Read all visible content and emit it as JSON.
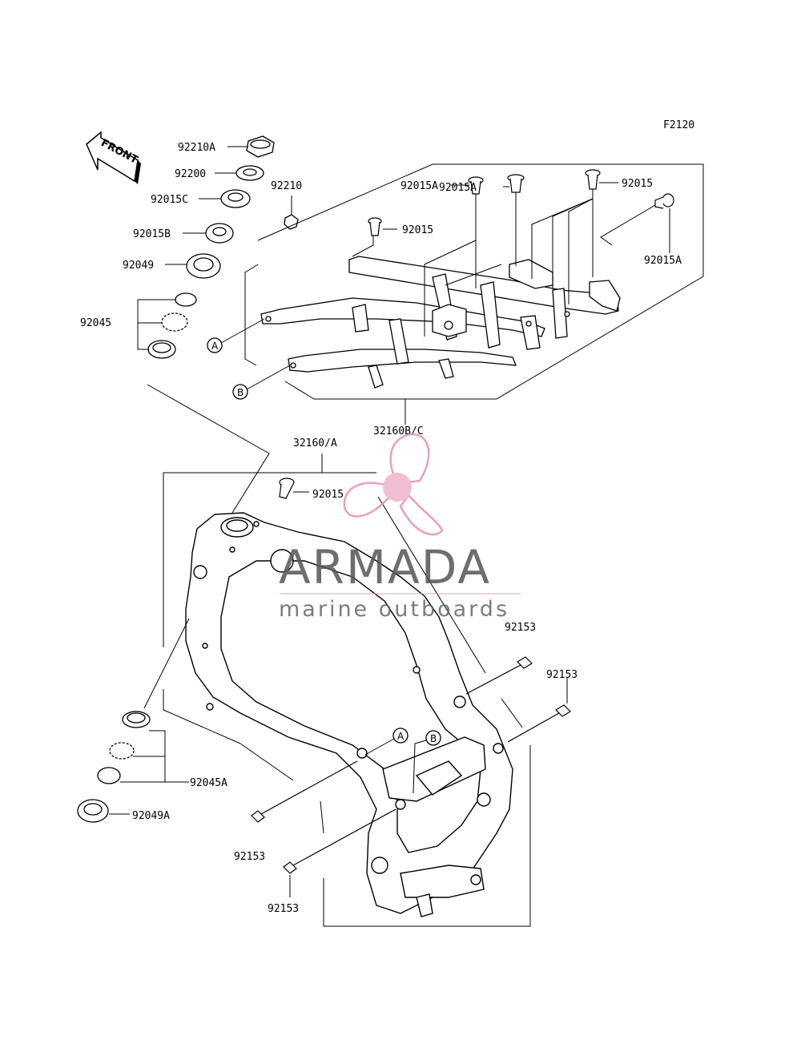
{
  "figure_code": "F2120",
  "front_label": "FRONT",
  "callouts": {
    "a": "A",
    "b": "B"
  },
  "parts": {
    "p92210A": "92210A",
    "p92200": "92200",
    "p92015C": "92015C",
    "p92015B": "92015B",
    "p92049": "92049",
    "p92045": "92045",
    "p92210": "92210",
    "p92015A_top": "92015A",
    "p92015A_mid": "92015A",
    "p92015_top_right": "92015",
    "p92015_center": "92015",
    "p92015A_right": "92015A",
    "p32160BC": "32160B/C",
    "p32160A": "32160/A",
    "p92015_frame": "92015",
    "p92153_a": "92153",
    "p92153_b": "92153",
    "p92045A": "92045A",
    "p92049A": "92049A",
    "p92153_c": "92153",
    "p92153_d": "92153"
  },
  "watermark": {
    "brand": "ARMADA",
    "tagline": "marine outboards",
    "logo_color": "#e58fb4",
    "logo_hub_color": "#f0b3cc"
  }
}
